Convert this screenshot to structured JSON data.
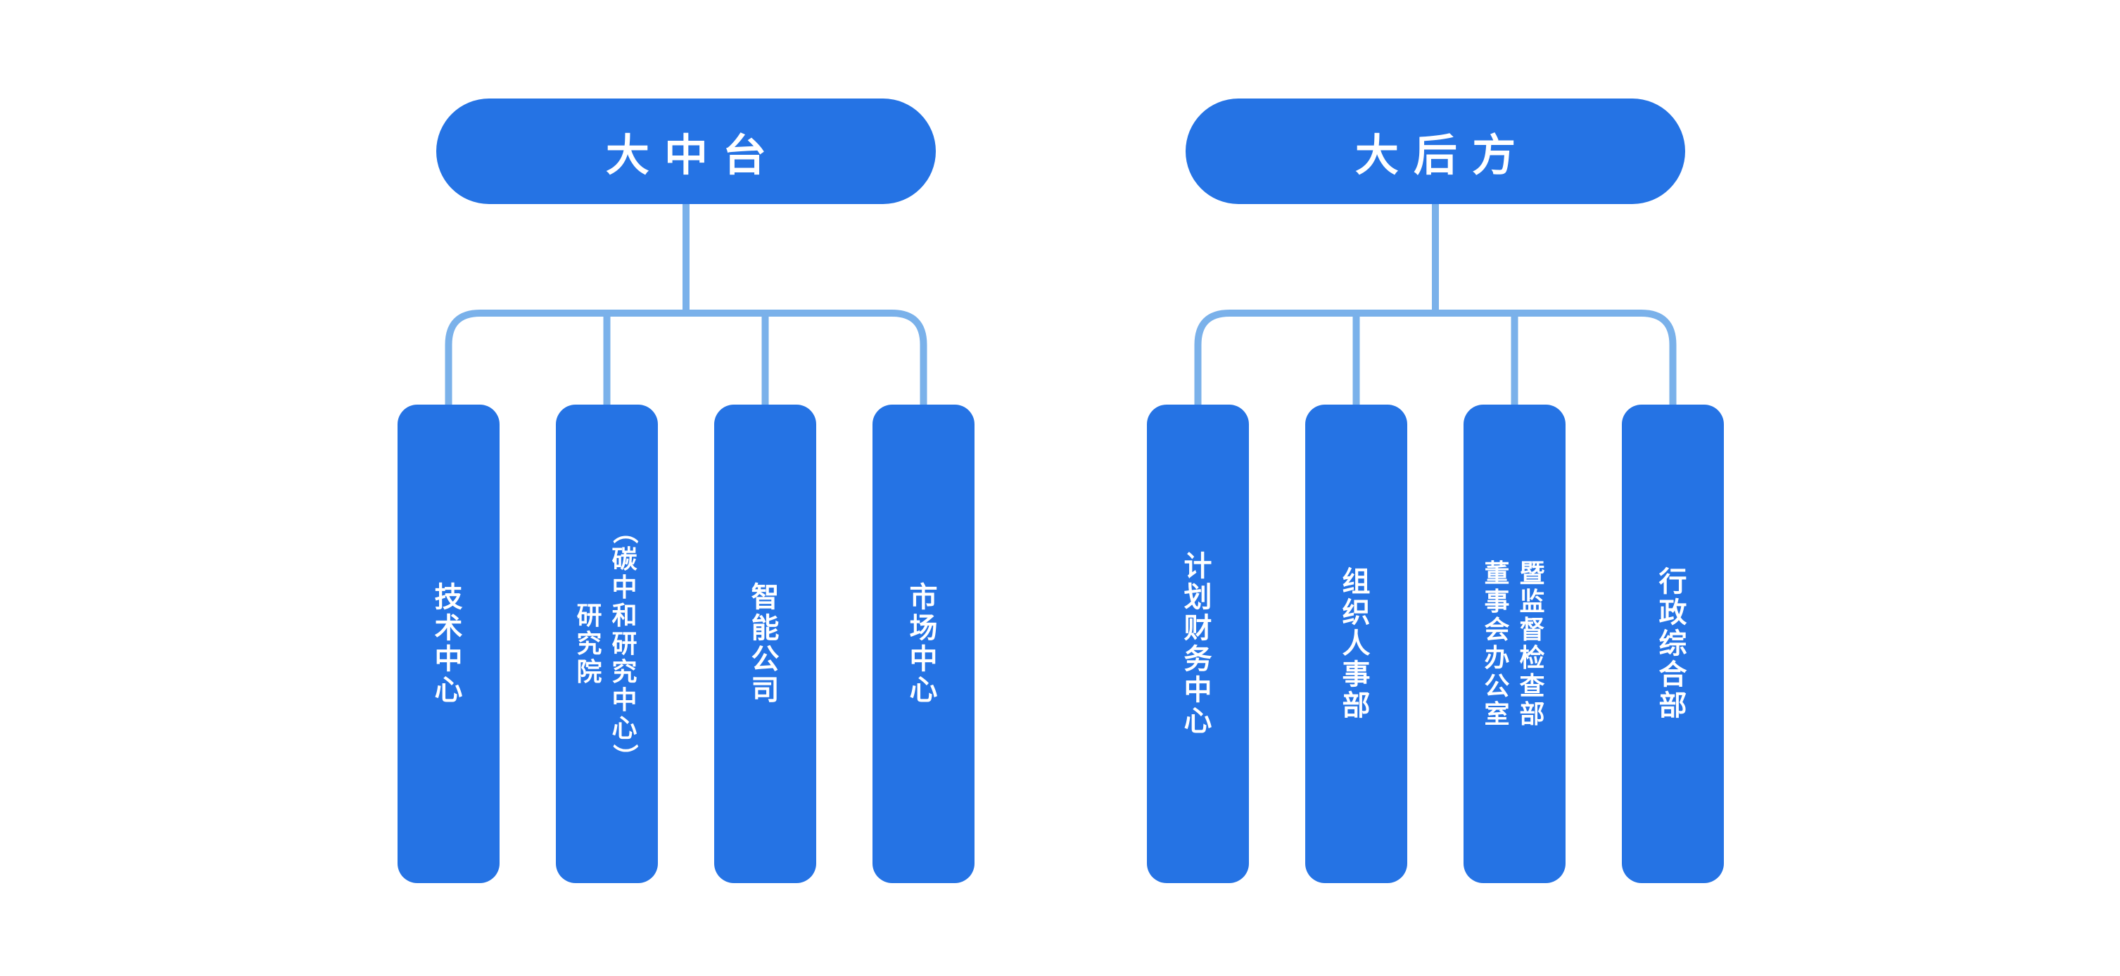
{
  "theme": {
    "node_color": "#2573E4",
    "connector_color": "#7AB1EA",
    "text_color": "#FFFFFF",
    "background": "#FFFFFF"
  },
  "groups": [
    {
      "id": "da-zhong-tai",
      "title": "大中台",
      "children": [
        {
          "label": "技术中心",
          "lines": [
            "技术中心"
          ]
        },
        {
          "label": "研究院（碳中和研究中心）",
          "lines": [
            "研究院",
            "（碳中和研究中心）"
          ]
        },
        {
          "label": "智能公司",
          "lines": [
            "智能公司"
          ]
        },
        {
          "label": "市场中心",
          "lines": [
            "市场中心"
          ]
        }
      ]
    },
    {
      "id": "da-hou-fang",
      "title": "大后方",
      "children": [
        {
          "label": "计划财务中心",
          "lines": [
            "计划财务中心"
          ]
        },
        {
          "label": "组织人事部",
          "lines": [
            "组织人事部"
          ]
        },
        {
          "label": "董事会办公室暨监督检查部",
          "lines": [
            "董事会办公室",
            "暨监督检查部"
          ]
        },
        {
          "label": "行政综合部",
          "lines": [
            "行政综合部"
          ]
        }
      ]
    }
  ]
}
